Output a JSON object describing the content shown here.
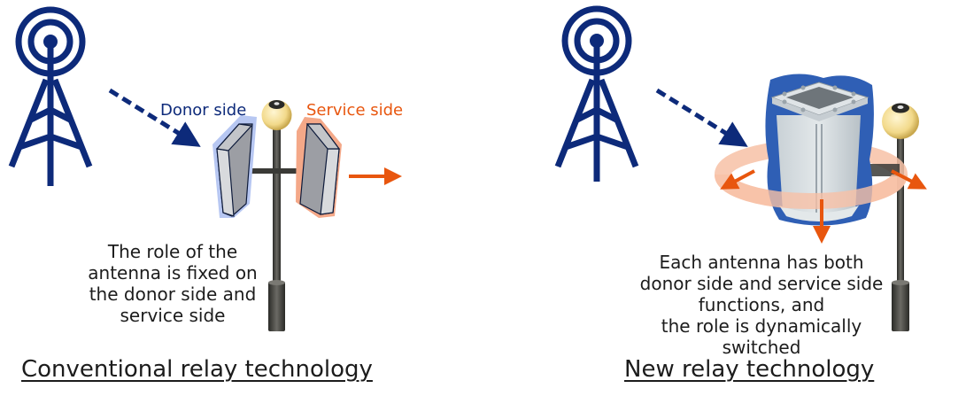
{
  "colors": {
    "tower_blue": "#0d2a7a",
    "donor_highlight": "#b7c7f2",
    "service_highlight": "#f4a888",
    "service_orange": "#e8560e",
    "new_relay_border": "#2f5fb5",
    "beam_ring": "#f7c1a6",
    "pole_dark": "#3a3a36",
    "lamp_yellow": "#f2dc95",
    "text_dark": "#1c1c1c"
  },
  "left_panel": {
    "labels": {
      "donor": "Donor side",
      "service": "Service side"
    },
    "caption_lines": [
      "The role of the",
      "antenna is fixed on",
      "the donor side and",
      "service side"
    ],
    "title": "Conventional relay technology",
    "icons": [
      "cell-tower-icon",
      "dashed-signal-arrow-icon",
      "donor-antenna-panel",
      "service-antenna-panel",
      "street-lamp-pole",
      "service-output-arrow-icon"
    ]
  },
  "right_panel": {
    "caption_lines": [
      "Each antenna has both",
      "donor side and service side",
      "functions, and",
      "the role is dynamically",
      "switched"
    ],
    "title": "New relay technology",
    "icons": [
      "cell-tower-icon",
      "dashed-signal-arrow-icon",
      "multi-face-relay-antenna",
      "beam-ring",
      "output-arrow-left-icon",
      "output-arrow-down-icon",
      "output-arrow-right-icon",
      "street-lamp-pole"
    ]
  }
}
